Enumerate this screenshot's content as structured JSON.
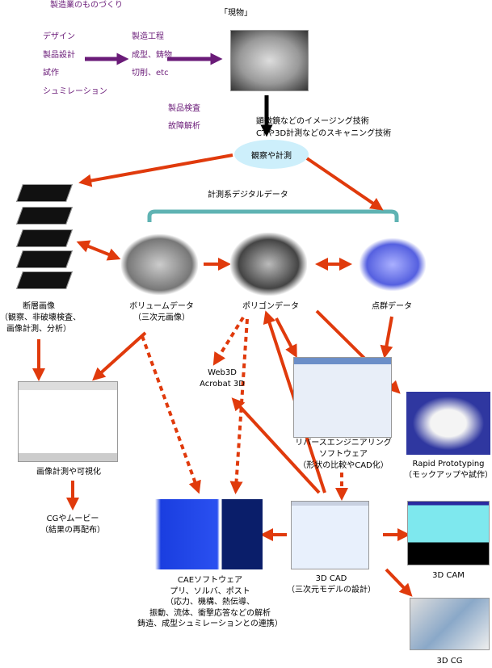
{
  "title": "製造業のものづくり",
  "left_list": [
    "デザイン",
    "製品設計",
    "試作",
    "シュミレーション"
  ],
  "mid_list": [
    "製造工程",
    "成型、鋳物",
    "切削、etc"
  ],
  "genbutsu": "「現物」",
  "inspection": [
    "製品検査",
    "故障解析"
  ],
  "tech": [
    "顕微鏡などのイメージング技術",
    "CTや3D計測などのスキャニング技術"
  ],
  "observe": "観察や計測",
  "digital_data": "計測系デジタルデータ",
  "tomo": [
    "断層画像",
    "（観察、非破壊検査、",
    "画像計測、分析）"
  ],
  "volume": [
    "ボリュームデータ",
    "（三次元画像）"
  ],
  "polygon": "ポリゴンデータ",
  "pointcloud": "点群データ",
  "web3d": [
    "Web3D",
    "Acrobat 3D"
  ],
  "re": [
    "リバースエンジニアリング",
    "ソフトウェア",
    "（形状の比較やCAD化）"
  ],
  "rp": [
    "Rapid Prototyping",
    "（モックアップや試作）"
  ],
  "vis": "画像計測や可視化",
  "cg_movie": [
    "CGやムービー",
    "（結果の再配布）"
  ],
  "cae": [
    "CAEソフトウェア",
    "プリ、ソルバ、ポスト",
    "（応力、機構、熱伝導、",
    "振動、流体、衝撃応答などの解析",
    "鋳造、成型シュミレーションとの連携）"
  ],
  "cad": [
    "3D CAD",
    "（三次元モデルの設計）"
  ],
  "cam": "3D CAM",
  "cg": "3D CG",
  "colors": {
    "purple": "#6a1b78",
    "red": "#e03a0c",
    "teal": "#5fb3b3",
    "ellipse": "#cdeffb"
  }
}
